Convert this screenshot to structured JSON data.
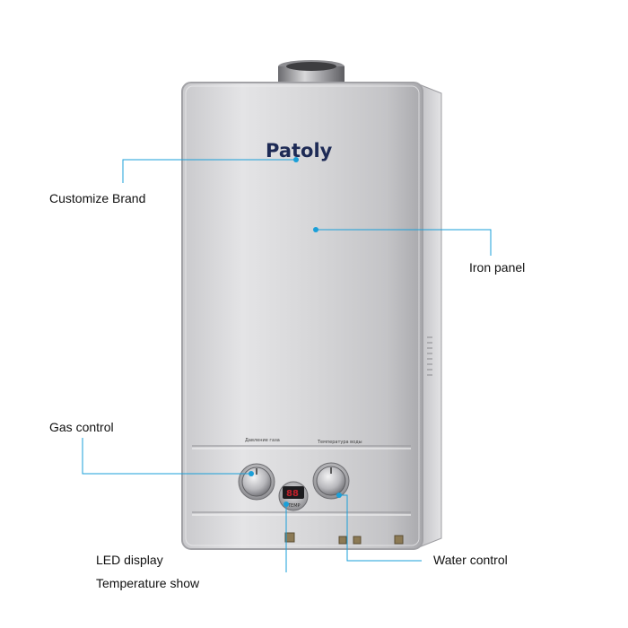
{
  "product": {
    "brand_logo": "Patoly",
    "led_reading": "88",
    "led_caption": "TEMP",
    "knob_left_caption": "Давление газа",
    "knob_right_caption": "Температура воды"
  },
  "callouts": {
    "customize_brand": "Customize Brand",
    "iron_panel": "Iron panel",
    "gas_control": "Gas control",
    "led_display": "LED display",
    "temperature_show": "Temperature show",
    "water_control": "Water control"
  },
  "colors": {
    "callout_line": "#1a9fd8",
    "callout_dot": "#1a9fd8",
    "brand": "#1d2a55",
    "led_digits": "#c0202a"
  },
  "icons": {
    "gas_knob": "rotary-knob",
    "water_knob": "rotary-knob",
    "display": "seven-segment-display"
  }
}
